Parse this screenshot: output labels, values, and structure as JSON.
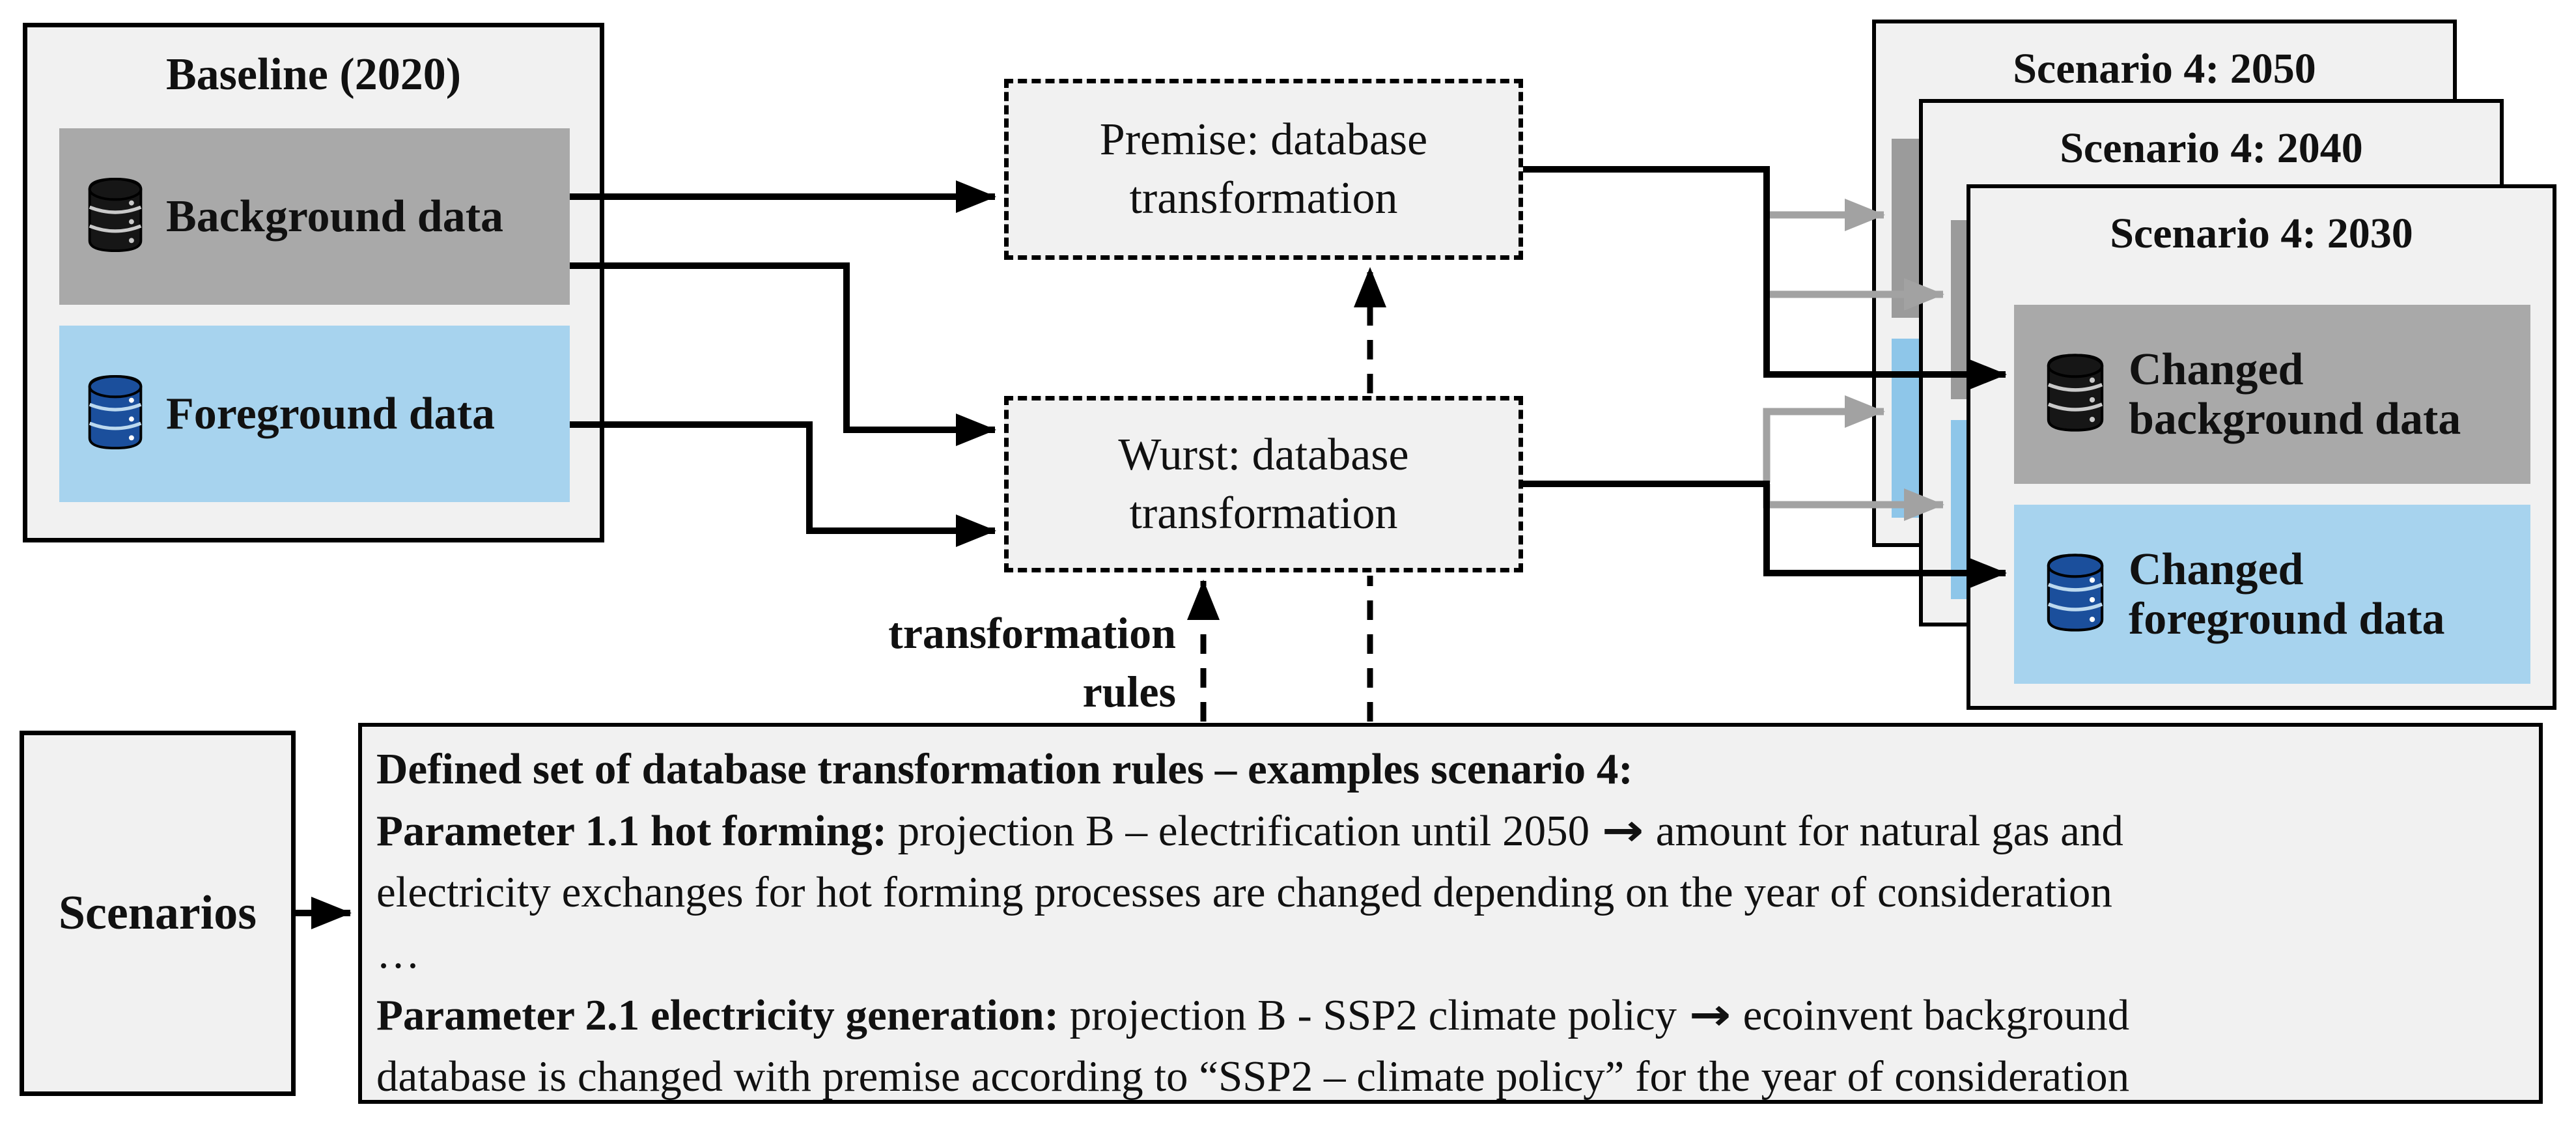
{
  "colors": {
    "panel_fill": "#f1f1f1",
    "border": "#000000",
    "gray_box": "#a9a9a9",
    "gray_box_back": "#9b9b9b",
    "blue_box": "#a7d3ee",
    "blue_box_back": "#8ec6e9",
    "db_icon_black": "#161616",
    "db_icon_blue": "#1b4f9c",
    "gray_arrow": "#a2a2a2",
    "black_arrow": "#000000"
  },
  "icons": {
    "database": "database-icon",
    "flow_arrow": "→"
  },
  "baseline": {
    "title": "Baseline (2020)",
    "background_label": "Background data",
    "foreground_label": "Foreground data"
  },
  "premise": {
    "label": "Premise: database\ntransformation"
  },
  "wurst": {
    "label": "Wurst: database\ntransformation"
  },
  "transformation_rules_label": "transformation\nrules",
  "scenarios_box": {
    "label": "Scenarios"
  },
  "scenario_cards": [
    {
      "title": "Scenario 4: 2050"
    },
    {
      "title": "Scenario 4: 2040"
    },
    {
      "title": "Scenario 4: 2030",
      "background_label": "Changed\nbackground data",
      "foreground_label": "Changed\nforeground data"
    }
  ],
  "rules_box": {
    "lines": [
      [
        {
          "t": "Defined set of database transformation rules – examples scenario 4:",
          "b": true
        }
      ],
      [
        {
          "t": "Parameter 1.1 hot forming:",
          "b": true
        },
        {
          "t": " projection B – electrification until 2050 "
        },
        {
          "t": "→",
          "arrow": true
        },
        {
          "t": " amount for natural gas and"
        }
      ],
      [
        {
          "t": "electricity exchanges for hot forming processes are changed depending on the year of consideration"
        }
      ],
      [
        {
          "t": "…"
        }
      ],
      [
        {
          "t": "Parameter 2.1 electricity generation:",
          "b": true
        },
        {
          "t": " projection B - SSP2 climate policy "
        },
        {
          "t": "→",
          "arrow": true
        },
        {
          "t": " ecoinvent background"
        }
      ],
      [
        {
          "t": "database is changed with premise according to “SSP2 – climate policy” for the year of consideration"
        }
      ]
    ]
  }
}
